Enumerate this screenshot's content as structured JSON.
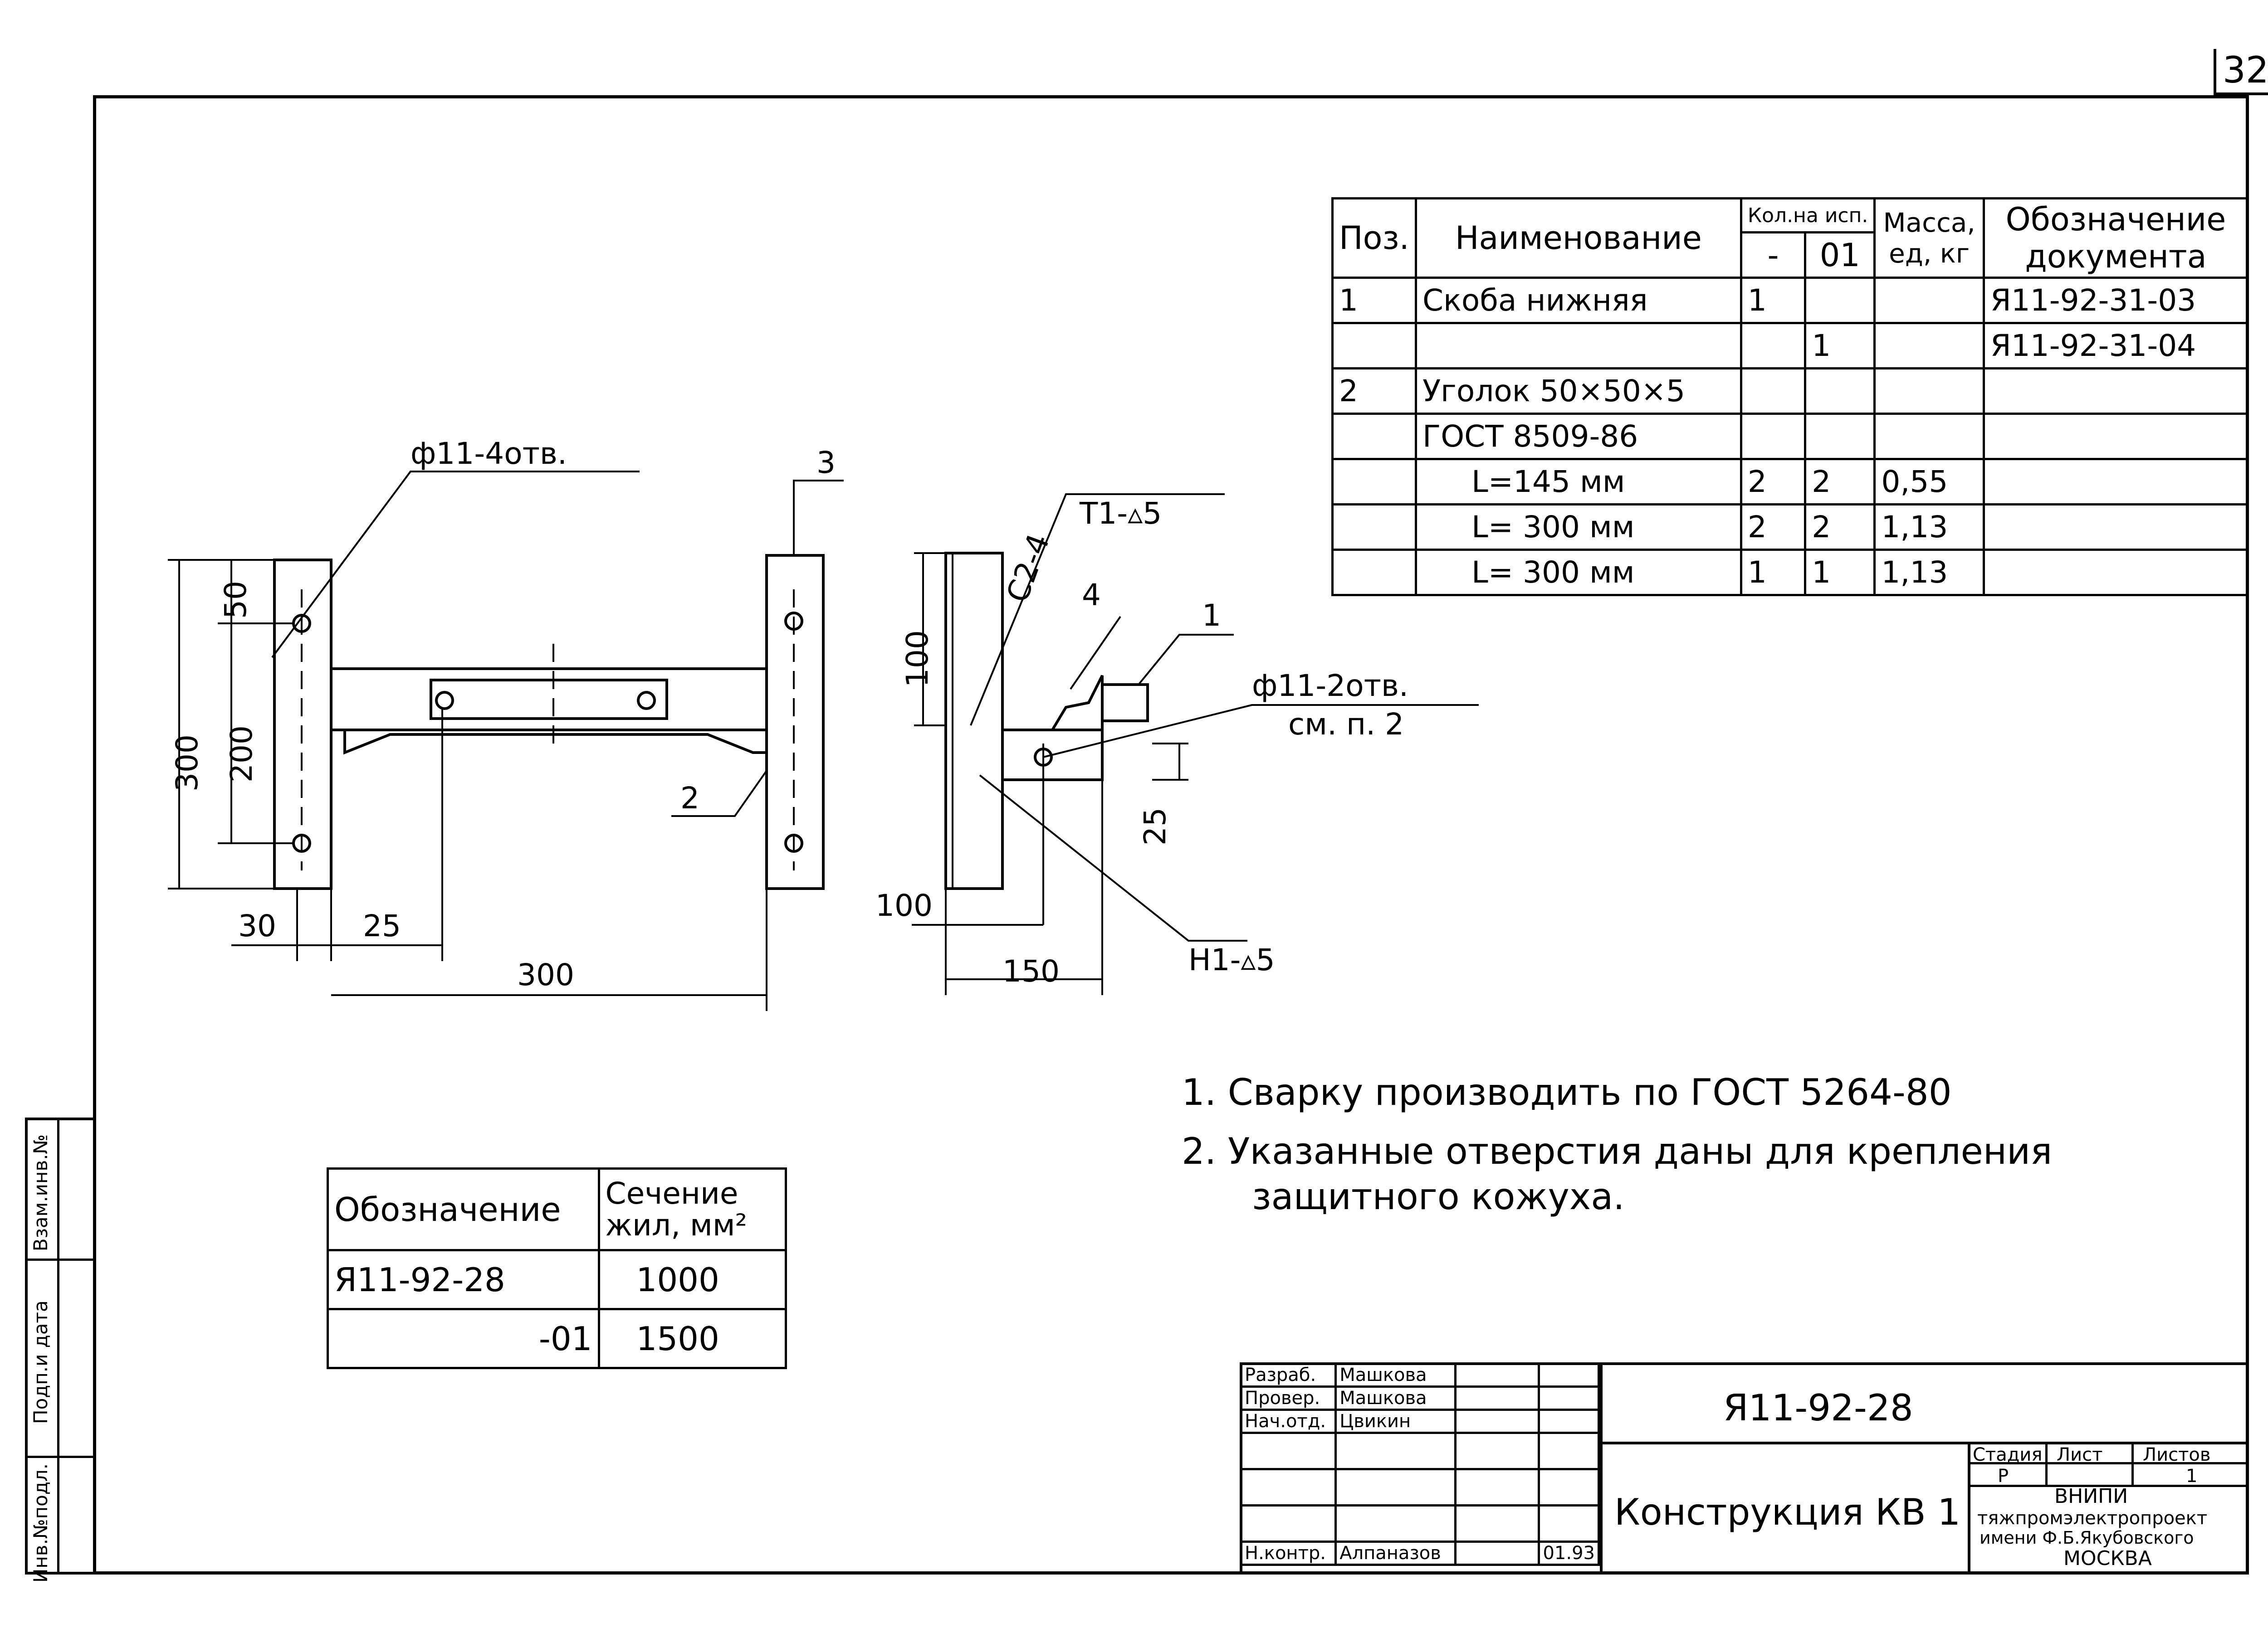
{
  "sheet_number": "32",
  "drawing": {
    "labels": {
      "hole4": "ф11-4отв.",
      "pos3": "3",
      "pos2": "2",
      "pos4": "4",
      "pos1": "1",
      "weld_c2": "С2-4",
      "weld_t1": "Т1-▵5",
      "weld_h1": "Н1-▵5",
      "hole2": "ф11-2отв.",
      "hole2_ref": "см. п. 2"
    },
    "dims": {
      "d50": "50",
      "d200": "200",
      "d300v": "300",
      "d30": "30",
      "d25h": "25",
      "d300h": "300",
      "d100v": "100",
      "d100h": "100",
      "d150": "150",
      "d25v": "25"
    }
  },
  "spec_table": {
    "headers": {
      "pos": "Поз.",
      "name": "Наименование",
      "qty": "Кол.на исп.",
      "qty_a": "-",
      "qty_b": "01",
      "mass": "Масса, ед, кг",
      "doc": "Обозначение документа"
    },
    "rows": [
      {
        "pos": "1",
        "name": "Скоба нижняя",
        "a": "1",
        "b": "",
        "mass": "",
        "doc": "Я11-92-31-03"
      },
      {
        "pos": "",
        "name": "",
        "a": "",
        "b": "1",
        "mass": "",
        "doc": "Я11-92-31-04"
      },
      {
        "pos": "2",
        "name": "Уголок 50×50×5",
        "a": "",
        "b": "",
        "mass": "",
        "doc": ""
      },
      {
        "pos": "",
        "name": "ГОСТ 8509-86",
        "a": "",
        "b": "",
        "mass": "",
        "doc": ""
      },
      {
        "pos": "",
        "name": "L=145 мм",
        "a": "2",
        "b": "2",
        "mass": "0,55",
        "doc": ""
      },
      {
        "pos": "",
        "name": "L= 300 мм",
        "a": "2",
        "b": "2",
        "mass": "1,13",
        "doc": ""
      },
      {
        "pos": "",
        "name": "L= 300 мм",
        "a": "1",
        "b": "1",
        "mass": "1,13",
        "doc": ""
      }
    ]
  },
  "notes": [
    "1. Сварку производить по ГОСТ 5264-80",
    "2. Указанные отверстия даны для крепления",
    "защитного кожуха."
  ],
  "variant_table": {
    "h1": "Обозначение",
    "h2a": "Сечение",
    "h2b": "жил, мм²",
    "rows": [
      {
        "code": "Я11-92-28",
        "value": "1000"
      },
      {
        "code": "-01",
        "value": "1500"
      }
    ]
  },
  "side_stamp": [
    "Инв.№подл.",
    "Подп.и дата",
    "Взам.инв.№"
  ],
  "title_block": {
    "roles": [
      {
        "role": "Разраб.",
        "name": "Машкова"
      },
      {
        "role": "Провер.",
        "name": "Машкова"
      },
      {
        "role": "Нач.отд.",
        "name": "Цвикин"
      },
      {
        "role": "Н.контр.",
        "name": "Алпаназов"
      }
    ],
    "date": "01.93",
    "code": "Я11-92-28",
    "title": "Конструкция КВ 1",
    "stage_h": "Стадия",
    "sheet_h": "Лист",
    "sheets_h": "Листов",
    "stage": "Р",
    "sheet": "",
    "sheets": "1",
    "org1": "ВНИПИ",
    "org2": "тяжпромэлектропроект",
    "org3": "имени Ф.Б.Якубовского",
    "org4": "МОСКВА"
  }
}
